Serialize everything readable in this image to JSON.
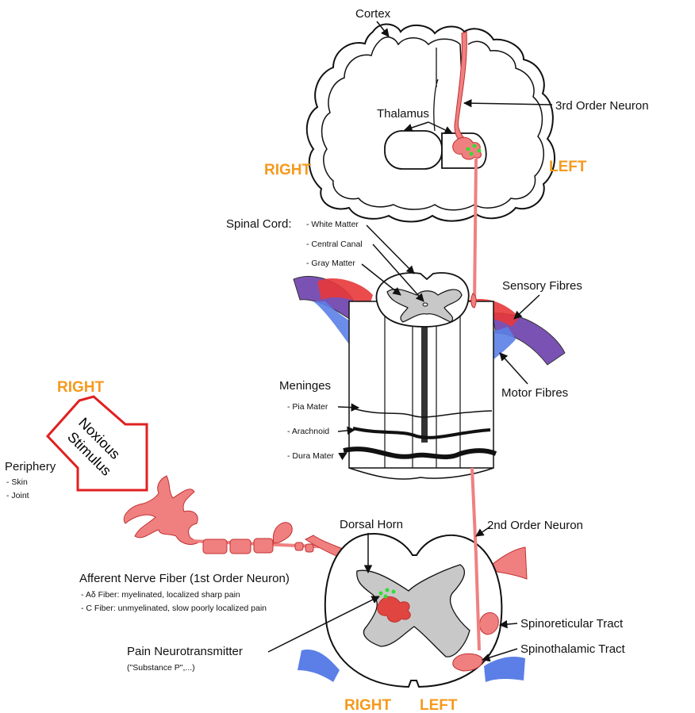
{
  "colors": {
    "orange": "#f59a1e",
    "neuron": "#f08080",
    "neuron_dark": "#e0453f",
    "motor": "#5b7fe6",
    "sensory": "#e8373a",
    "nerve_root": "#7a52b3",
    "gray_matter": "#c8c8c8",
    "neurotransmitter": "#33dd33",
    "stimulus_arrow": "#e02020"
  },
  "labels": {
    "cortex": "Cortex",
    "thalamus": "Thalamus",
    "third_order_neuron": "3rd Order Neuron",
    "brain_right": "RIGHT",
    "brain_left": "LEFT",
    "spinal_cord": "Spinal Cord:",
    "white_matter": "- White Matter",
    "central_canal": "- Central Canal",
    "gray_matter": "- Gray Matter",
    "sensory_fibres": "Sensory Fibres",
    "motor_fibres": "Motor Fibres",
    "meninges": "Meninges",
    "pia_mater": "- Pia Mater",
    "arachnoid": "- Arachnoid",
    "dura_mater": "- Dura Mater",
    "side_right": "RIGHT",
    "noxious": "Noxious",
    "stimulus": "Stimulus",
    "periphery": "Periphery",
    "skin": "- Skin",
    "joint": "- Joint",
    "dorsal_horn": "Dorsal Horn",
    "second_order_neuron": "2nd Order Neuron",
    "afferent": "Afferent Nerve Fiber (1st Order Neuron)",
    "a_delta": "- Aδ Fiber: myelinated, localized sharp pain",
    "c_fiber": "- C Fiber: unmyelinated, slow poorly localized pain",
    "spinoreticular": "Spinoreticular Tract",
    "spinothalamic": "Spinothalamic Tract",
    "pain_nt": "Pain Neurotransmitter",
    "substance_p": "(\"Substance P\",...)",
    "bottom_right": "RIGHT",
    "bottom_left": "LEFT"
  }
}
